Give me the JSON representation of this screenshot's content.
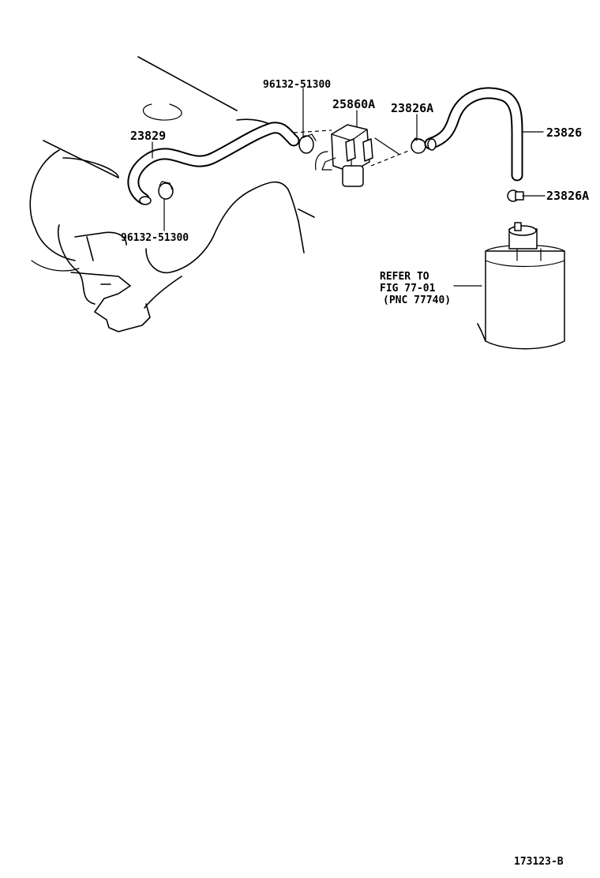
{
  "labels": {
    "clamp_top": "96132-51300",
    "valve": "25860A",
    "clamp_right": "23826A",
    "hose_left": "23829",
    "hose_right": "23826",
    "clamp_bottom_right": "23826A",
    "clamp_bottom_left": "96132-51300",
    "refer_line1": "REFER TO",
    "refer_line2": "FIG 77-01",
    "refer_line3": "(PNC 77740)",
    "figure_code": "173123-B"
  }
}
